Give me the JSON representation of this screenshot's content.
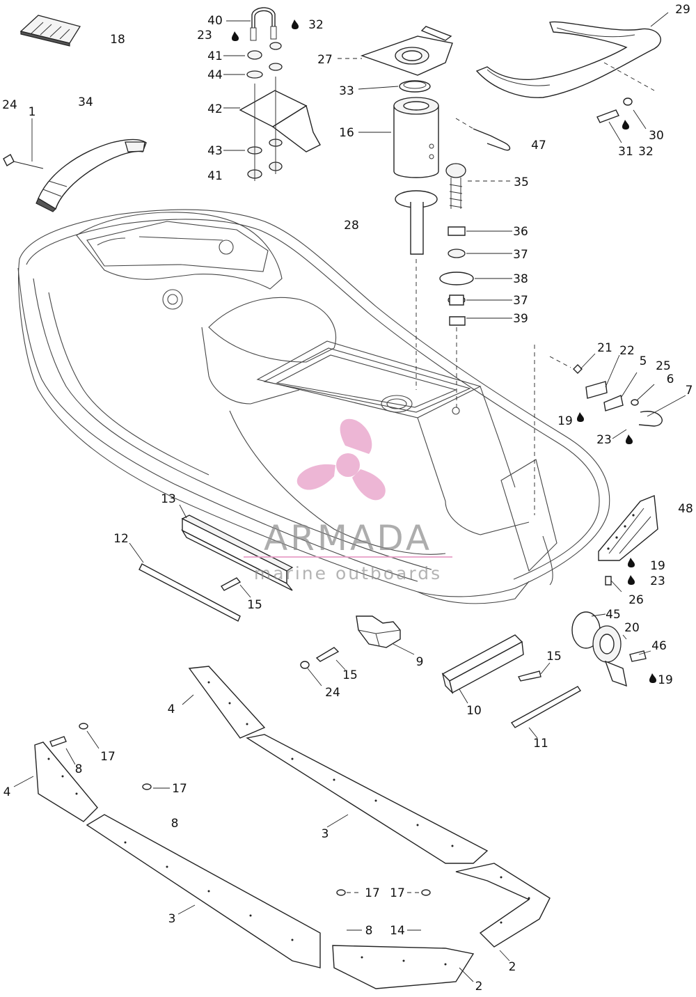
{
  "diagram": {
    "callouts": [
      {
        "id": "c1",
        "text": "1"
      },
      {
        "id": "c2a",
        "text": "2"
      },
      {
        "id": "c2b",
        "text": "2"
      },
      {
        "id": "c3a",
        "text": "3"
      },
      {
        "id": "c3b",
        "text": "3"
      },
      {
        "id": "c4a",
        "text": "4"
      },
      {
        "id": "c4b",
        "text": "4"
      },
      {
        "id": "c5",
        "text": "5"
      },
      {
        "id": "c6",
        "text": "6"
      },
      {
        "id": "c7",
        "text": "7"
      },
      {
        "id": "c8a",
        "text": "8"
      },
      {
        "id": "c8b",
        "text": "8"
      },
      {
        "id": "c8c",
        "text": "8"
      },
      {
        "id": "c9",
        "text": "9"
      },
      {
        "id": "c10",
        "text": "10"
      },
      {
        "id": "c11",
        "text": "11"
      },
      {
        "id": "c12",
        "text": "12"
      },
      {
        "id": "c13",
        "text": "13"
      },
      {
        "id": "c14",
        "text": "14"
      },
      {
        "id": "c15a",
        "text": "15"
      },
      {
        "id": "c15b",
        "text": "15"
      },
      {
        "id": "c15c",
        "text": "15"
      },
      {
        "id": "c16",
        "text": "16"
      },
      {
        "id": "c17a",
        "text": "17"
      },
      {
        "id": "c17b",
        "text": "17"
      },
      {
        "id": "c17c",
        "text": "17"
      },
      {
        "id": "c17d",
        "text": "17"
      },
      {
        "id": "c18",
        "text": "18"
      },
      {
        "id": "c19a",
        "text": "19"
      },
      {
        "id": "c19b",
        "text": "19"
      },
      {
        "id": "c19c",
        "text": "19"
      },
      {
        "id": "c20",
        "text": "20"
      },
      {
        "id": "c21",
        "text": "21"
      },
      {
        "id": "c22",
        "text": "22"
      },
      {
        "id": "c23a",
        "text": "23"
      },
      {
        "id": "c23b",
        "text": "23"
      },
      {
        "id": "c23c",
        "text": "23"
      },
      {
        "id": "c24a",
        "text": "24"
      },
      {
        "id": "c24b",
        "text": "24"
      },
      {
        "id": "c25",
        "text": "25"
      },
      {
        "id": "c26",
        "text": "26"
      },
      {
        "id": "c27",
        "text": "27"
      },
      {
        "id": "c28",
        "text": "28"
      },
      {
        "id": "c29",
        "text": "29"
      },
      {
        "id": "c30",
        "text": "30"
      },
      {
        "id": "c31",
        "text": "31"
      },
      {
        "id": "c32a",
        "text": "32"
      },
      {
        "id": "c32b",
        "text": "32"
      },
      {
        "id": "c33",
        "text": "33"
      },
      {
        "id": "c34",
        "text": "34"
      },
      {
        "id": "c35",
        "text": "35"
      },
      {
        "id": "c36",
        "text": "36"
      },
      {
        "id": "c37a",
        "text": "37"
      },
      {
        "id": "c37b",
        "text": "37"
      },
      {
        "id": "c38",
        "text": "38"
      },
      {
        "id": "c39",
        "text": "39"
      },
      {
        "id": "c40",
        "text": "40"
      },
      {
        "id": "c41a",
        "text": "41"
      },
      {
        "id": "c41b",
        "text": "41"
      },
      {
        "id": "c42",
        "text": "42"
      },
      {
        "id": "c43",
        "text": "43"
      },
      {
        "id": "c44",
        "text": "44"
      },
      {
        "id": "c45",
        "text": "45"
      },
      {
        "id": "c46",
        "text": "46"
      },
      {
        "id": "c47",
        "text": "47"
      },
      {
        "id": "c48",
        "text": "48"
      }
    ]
  },
  "watermark": {
    "brand": "ARMADA",
    "tagline": "marine outboards",
    "logo_icon": "propeller-logo-icon",
    "logo_color": "#e8a0c8",
    "text_color": "#8a8a8a"
  },
  "icons": {
    "sealant": "sealant-drop-icon"
  }
}
